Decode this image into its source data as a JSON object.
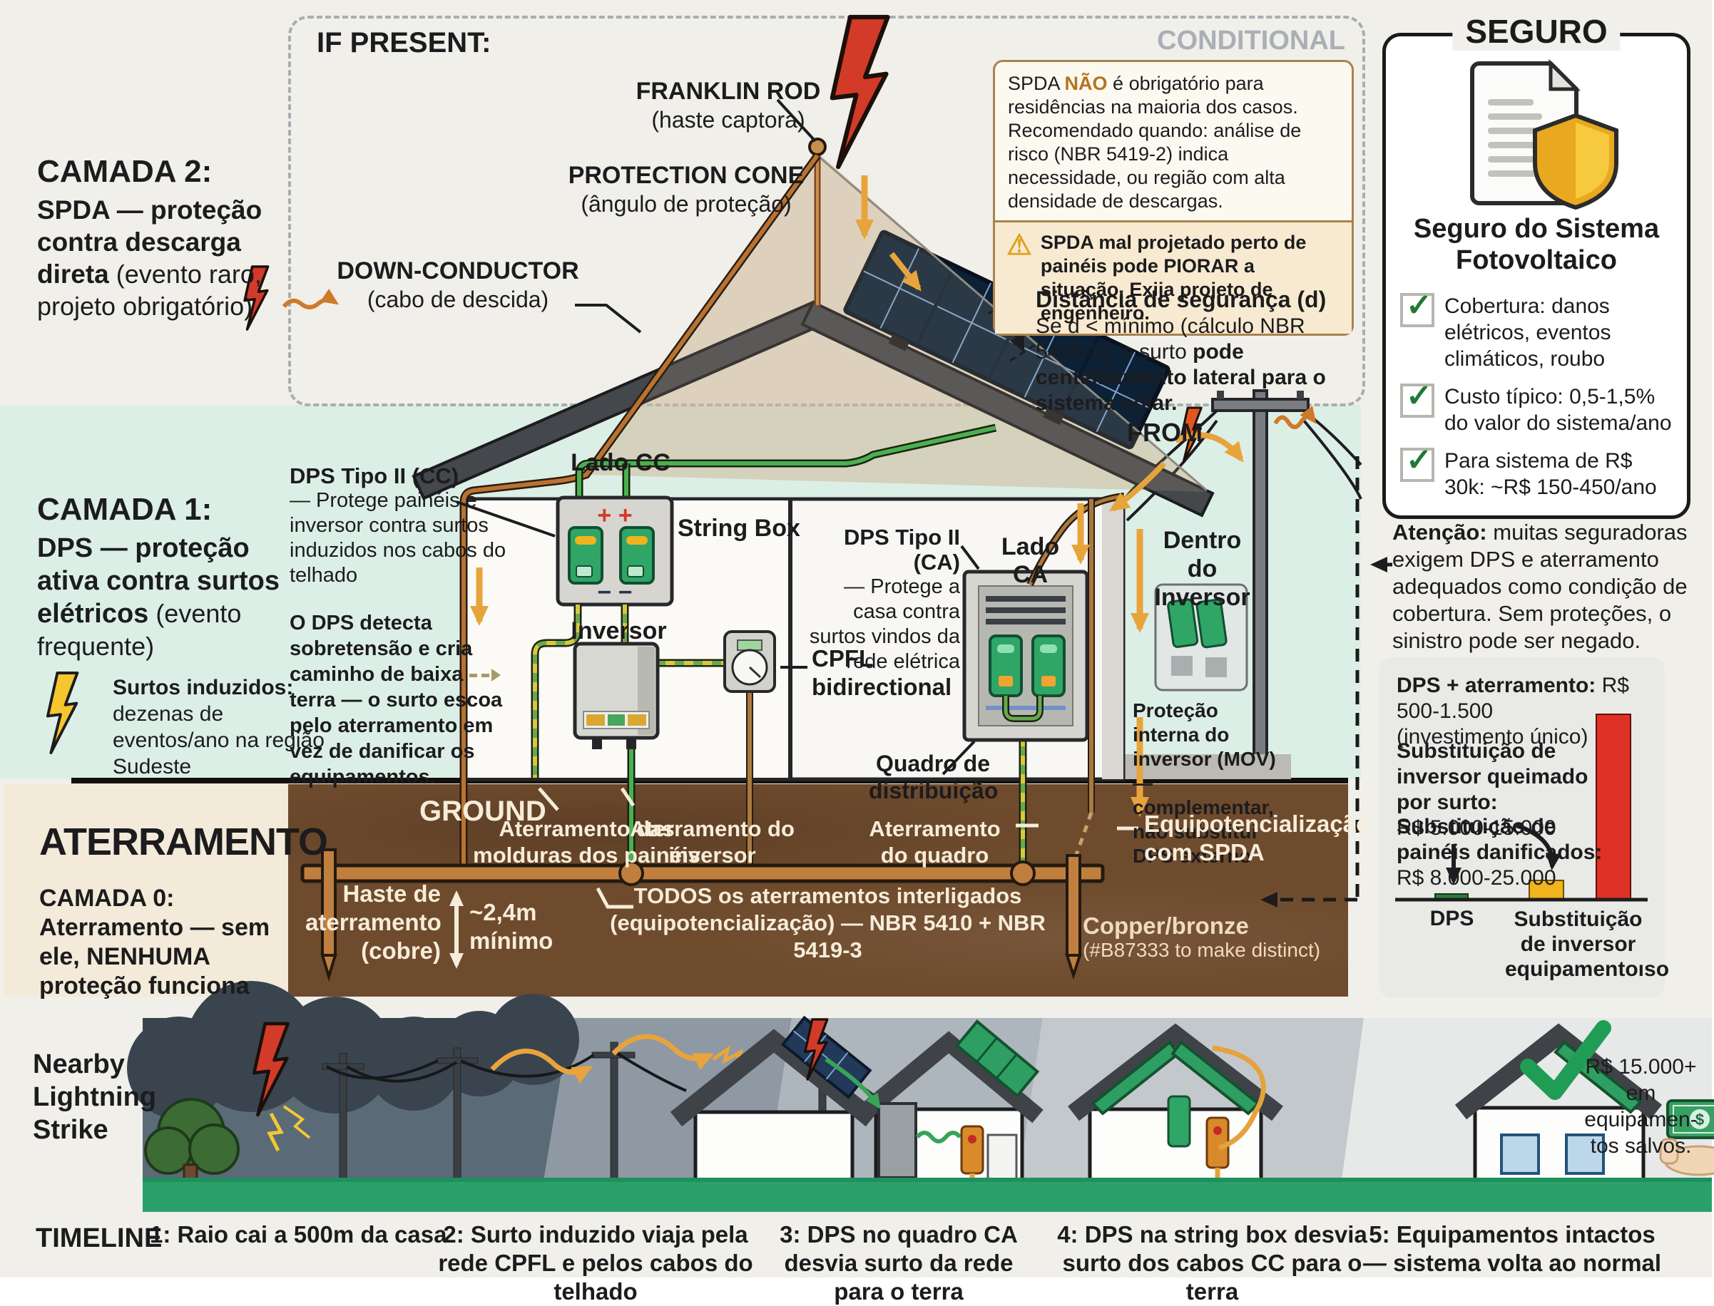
{
  "icons": {
    "check": "✓",
    "warning": "⚠",
    "dollar": "$"
  },
  "camada2": {
    "title": "CAMADA 2:",
    "bold": "SPDA — proteção contra descarga direta",
    "tail": " (evento raro, projeto obrigatório)"
  },
  "camada1": {
    "title": "CAMADA 1:",
    "bold": "DPS — proteção ativa contra surtos elétricos",
    "tail": " (evento frequente)"
  },
  "surtos": {
    "bold": "Surtos induzidos:",
    "tail": " dezenas de eventos/ano na região Sudeste"
  },
  "aterramento": {
    "title": "ATERRAMENTO",
    "body": "CAMADA 0: Aterramento — sem ele, NENHUMA proteção funciona"
  },
  "if_present": {
    "label": "IF PRESENT:",
    "conditional": "CONDITIONAL"
  },
  "labels": {
    "franklin_bold": "FRANKLIN ROD",
    "franklin_sub": "(haste captora)",
    "cone_bold": "PROTECTION CONE",
    "cone_sub": "(ângulo de proteção)",
    "down_bold": "DOWN-CONDUCTOR",
    "down_sub": "(cabo de descida)"
  },
  "spda_note": {
    "p1_pre": "SPDA ",
    "p1_accent": "NÃO",
    "p1_post": " é obrigatório para residências na maioria dos casos. Recomendado quando: análise de risco (NBR 5419-2) indica necessidade, ou região com alta densidade de descargas.",
    "warn": "SPDA mal projetado perto de painéis pode PIORAR a situação. Exija projeto de engenheiro."
  },
  "distancia": {
    "title": "Distância de segurança (d)",
    "pre": "Se d < mínimo (cálculo NBR 5419-3), o surto ",
    "bold": "pode centelhamento lateral para o sistema solar."
  },
  "house": {
    "lado_cc": "Lado CC",
    "string_box": "String Box",
    "inversor": "Inversor",
    "plus": "+  +",
    "minus": "−  −",
    "cpfl_l1": "CPFL",
    "cpfl_l2": "bidirectional",
    "dps_cc_bold": "DPS Tipo II (CC)",
    "dps_cc_rest": "— Protege painéis e inversor contra surtos induzidos nos cabos do telhado",
    "dps_detecta_pre": "O DPS detecta sobretensão e cria caminho de baixa",
    "dps_detecta_post": "terra — o surto escoa pelo aterramento em vez de danificar os equipamentos.",
    "dps_ca_bold": "DPS Tipo II (CA)",
    "dps_ca_rest": "— Protege a casa contra surtos vindos da rede elétrica",
    "lado_ca": "Lado CA",
    "quadro": "Quadro de distribuição",
    "from": "FROM",
    "dentro": "Dentro do Inversor",
    "protecao": "Proteção interna do inversor (MOV) — complementar, não substitui DPS externo"
  },
  "ground": {
    "label": "GROUND",
    "g_paineis": "Aterramento das molduras dos painéis",
    "g_inversor": "Aterramento do inversor",
    "g_quadro": "Aterramento do quadro",
    "g_spda": "Equipotencialização com SPDA",
    "haste": "Haste de aterramento (cobre)",
    "depth": "~2,4m mínimo",
    "todos": "TODOS os aterramentos interligados (equipotencialização) — NBR 5410 + NBR 5419-3",
    "copper_bold": "Copper/bronze",
    "copper_sub": "(#B87333 to make distinct)"
  },
  "seguro": {
    "title": "SEGURO",
    "heading": "Seguro do Sistema Fotovoltaico",
    "items": [
      "Cobertura: danos elétricos, eventos climáticos, roubo",
      "Custo típico: 0,5-1,5% do valor do sistema/ano",
      "Para sistema de R$ 30k: ~R$ 150-450/ano"
    ],
    "atencao_bold": "Atenção:",
    "atencao_rest": " muitas seguradoras exigem DPS e aterramento adequados como condição de cobertura. Sem proteções, o sinistro pode ser negado."
  },
  "custos": {
    "l1_bold": "DPS + aterramento:",
    "l1_val": " R$ 500-1.500",
    "l1_sub": "(investimento único)",
    "l2_bold": "Substituição de inversor queimado por surto:",
    "l2_val": "R$ 5.000-15.000",
    "l3_bold": "Substituição de painéis danificados:",
    "l3_val": " R$ 8.000-25.000",
    "bar_label_1": "DPS",
    "bar_label_2_l1": "Substituição",
    "bar_label_2_l2": "de inversor",
    "bar_label_2_l3": "equipamentoıso",
    "chart": {
      "type": "bar",
      "categories": [
        "DPS",
        "Substituição de inversor/equipamento (amarelo)",
        "Substituição de inversor/equipamento (vermelho)"
      ],
      "values_relative": [
        0.03,
        0.1,
        1.0
      ],
      "values_brl_text": [
        "R$ 500-1.500",
        "R$ 8.000-25.000",
        "R$ 5.000-15.000"
      ],
      "colors": [
        "#2e7d3a",
        "#f0b41f",
        "#e03127"
      ]
    }
  },
  "timeline": {
    "scene_title": "Nearby Lightning Strike",
    "label": "TIMELINE",
    "steps": [
      "1: Raio cai a 500m da casa",
      "2: Surto induzido viaja pela rede CPFL e pelos cabos do telhado",
      "3: DPS no quadro CA desvia surto da rede para o terra",
      "4: DPS na string box desvia surto dos cabos CC para o terra",
      "5: Equipamentos intactos — sistema volta ao normal"
    ],
    "savings_l1": "R$ 15.000+",
    "savings_l2": "em equipamen-",
    "savings_l3": "tos salvos."
  }
}
